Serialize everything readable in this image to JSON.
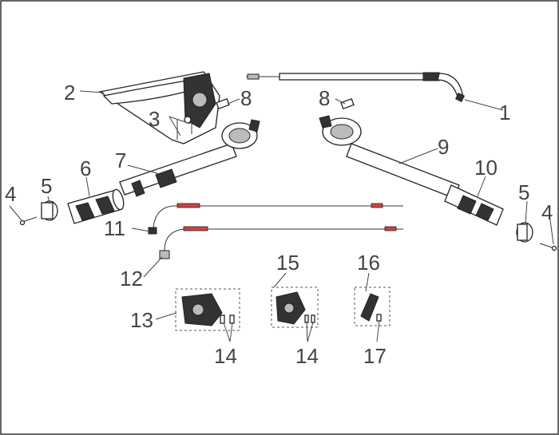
{
  "callouts": {
    "c1": "1",
    "c2": "2",
    "c3": "3",
    "c4a": "4",
    "c4b": "4",
    "c5a": "5",
    "c5b": "5",
    "c6": "6",
    "c7": "7",
    "c8a": "8",
    "c8b": "8",
    "c9": "9",
    "c10": "10",
    "c11": "11",
    "c12": "12",
    "c13": "13",
    "c14a": "14",
    "c14b": "14",
    "c15": "15",
    "c16": "16",
    "c17": "17"
  }
}
